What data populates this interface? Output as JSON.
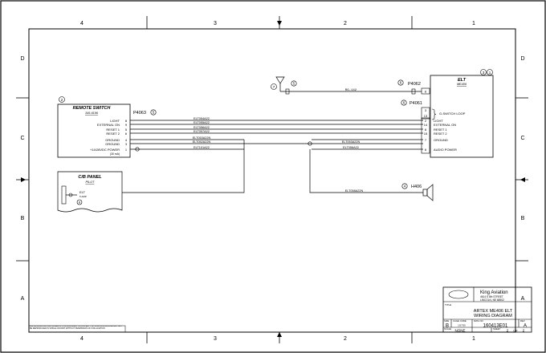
{
  "border": {
    "top_cols": [
      "4",
      "3",
      "2",
      "1"
    ],
    "bottom_cols": [
      "4",
      "3",
      "2",
      "1"
    ],
    "left_rows": [
      "D",
      "C",
      "B",
      "A"
    ],
    "right_rows": [
      "D",
      "C",
      "B",
      "A"
    ]
  },
  "remote_switch": {
    "callout": "2",
    "title": "REMOTE SWITCH",
    "part": "345-6196",
    "connector": "P4063",
    "connector_callout": "5",
    "pins": [
      {
        "label": "LIGHT",
        "pin": "8",
        "wire": "ELT054A22"
      },
      {
        "label": "EXTERNAL ON",
        "pin": "9",
        "wire": "ELT055A22"
      },
      {
        "label": "RESET 1",
        "pin": "5",
        "wire": "ELT056A22"
      },
      {
        "label": "RESET 2",
        "pin": "6",
        "wire": "ELT057A22"
      },
      {
        "label": "GROUND",
        "pin": "4",
        "wire": "ELT053A22N"
      },
      {
        "label": "GROUND",
        "pin": "3",
        "wire": "ELT052A22N"
      },
      {
        "label": "+14/28VDC POWER",
        "pin": "1",
        "wire": "ELT101A22"
      }
    ],
    "power_note": "(30 mA)"
  },
  "elt": {
    "callouts": [
      "3",
      "1"
    ],
    "title": "ELT",
    "part": "ME406",
    "p4062": "P4062",
    "p4062_callout": "6",
    "p4062_pin": "6",
    "p4061": "P4061",
    "p4061_callout": "6",
    "gswitch": {
      "pins": [
        "3",
        "13"
      ],
      "label": "G-SWITCH LOOP"
    },
    "pins": [
      {
        "label": "LIGHT",
        "pin": "2"
      },
      {
        "label": "EXTERNAL ON",
        "pin": "14"
      },
      {
        "label": "RESET 1",
        "pin": "8"
      },
      {
        "label": "RESET 2",
        "pin": "15"
      },
      {
        "label": "GROUND",
        "pin": "7"
      },
      {
        "label": "AUDIO POWER",
        "pin": "6"
      }
    ],
    "audio_wire": "ELT056A22",
    "ground_wire": "ELT053A22N"
  },
  "antenna": {
    "callout": "7",
    "callout2": "5",
    "cable": "RG-142"
  },
  "h406": {
    "callout": "4",
    "label": "H406",
    "wire": "ELT058A22N"
  },
  "cb_panel": {
    "title": "C/B PANEL",
    "sub": "PILOT",
    "cb_label": "ELT",
    "cb_sub": "5 AMP",
    "callout": "8"
  },
  "title_block": {
    "company": "King Aviation",
    "address1": "4614 S 8th STREET",
    "address2": "LINCOLN, NE 68502",
    "title_label": "TITLE",
    "title1": "ARTEX ME406 ELT",
    "title2": "WIRING DIAGRAM",
    "size_label": "SIZE",
    "size": "B",
    "cage_label": "CAGE CODE",
    "cage": "1G7G5",
    "dwg_label": "DWG NO",
    "dwg": "160413E01",
    "rev_label": "REV",
    "rev": "A",
    "scale_label": "SCALE",
    "scale": "NONE",
    "sheet_label": "SHEET",
    "sheet": "2",
    "of": "OF",
    "sheets": "2"
  },
  "proprietary": "ALL INFORMATION CONTAINED IN THIS DOCUMENT IS PROPERTY OF KING AVIATION AND MAY NOT BE REPRODUCED IN WHOLE OR PART WITHOUT PERMISSION OF KING AVIATION"
}
